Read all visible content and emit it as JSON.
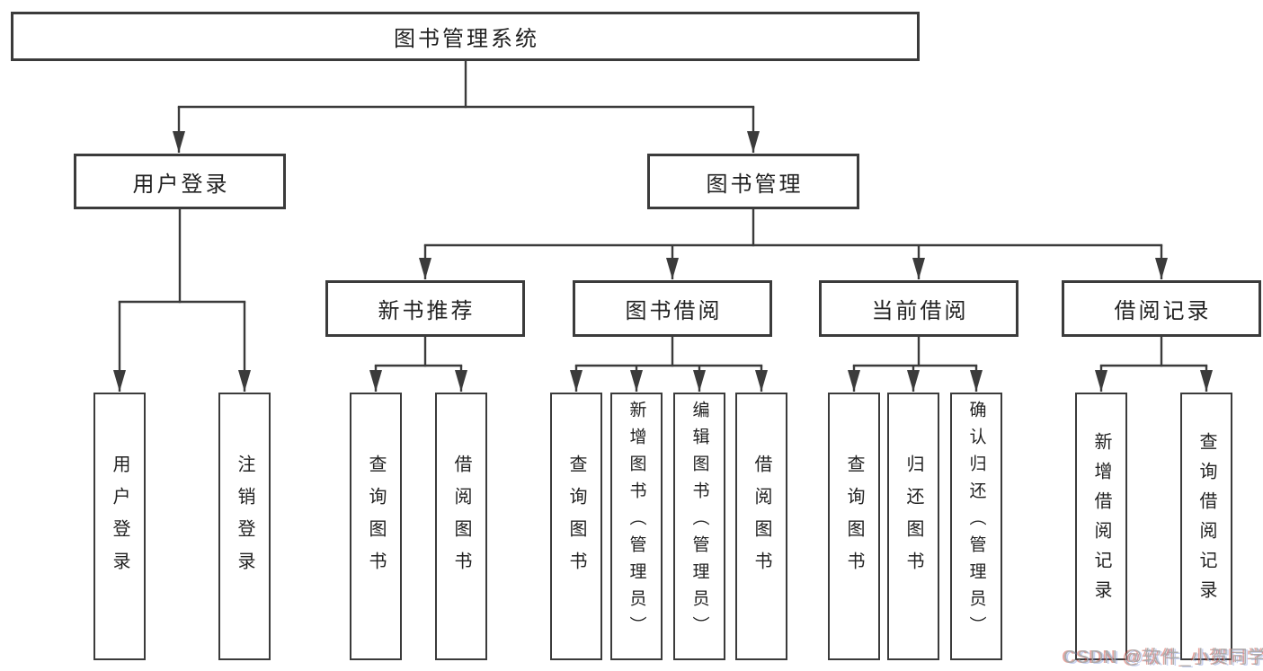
{
  "diagram": {
    "title": "图书管理系统",
    "colors": {
      "line": "#3b3b3b",
      "box_border": "#3b3b3b",
      "text": "#222222",
      "background": "#ffffff",
      "watermark": "#a2a2a2"
    },
    "root": {
      "label": "图书管理系统",
      "children": [
        "用户登录",
        "图书管理"
      ]
    },
    "level2": [
      {
        "label": "用户登录",
        "children": [
          "用户登录",
          "注销登录"
        ]
      },
      {
        "label": "图书管理",
        "children": [
          "新书推荐",
          "图书借阅",
          "当前借阅",
          "借阅记录"
        ]
      }
    ],
    "level3": [
      {
        "label": "新书推荐",
        "children": [
          "查询图书",
          "借阅图书"
        ]
      },
      {
        "label": "图书借阅",
        "children": [
          "查询图书",
          "新增图书（管理员）",
          "编辑图书（管理员）",
          "借阅图书"
        ]
      },
      {
        "label": "当前借阅",
        "children": [
          "查询图书",
          "归还图书",
          "确认归还（管理员）"
        ]
      },
      {
        "label": "借阅记录",
        "children": [
          "新增借阅记录",
          "查询借阅记录"
        ]
      }
    ],
    "level4": [
      {
        "label": "用户登录"
      },
      {
        "label": "注销登录"
      },
      {
        "label": "查询图书"
      },
      {
        "label": "借阅图书"
      },
      {
        "label": "查询图书"
      },
      {
        "label": "新增图书（管理员）"
      },
      {
        "label": "编辑图书（管理员）"
      },
      {
        "label": "借阅图书"
      },
      {
        "label": "查询图书"
      },
      {
        "label": "归还图书"
      },
      {
        "label": "确认归还（管理员）"
      },
      {
        "label": "新增借阅记录"
      },
      {
        "label": "查询借阅记录"
      }
    ],
    "watermark": "CSDN @软件_小贺同学"
  }
}
